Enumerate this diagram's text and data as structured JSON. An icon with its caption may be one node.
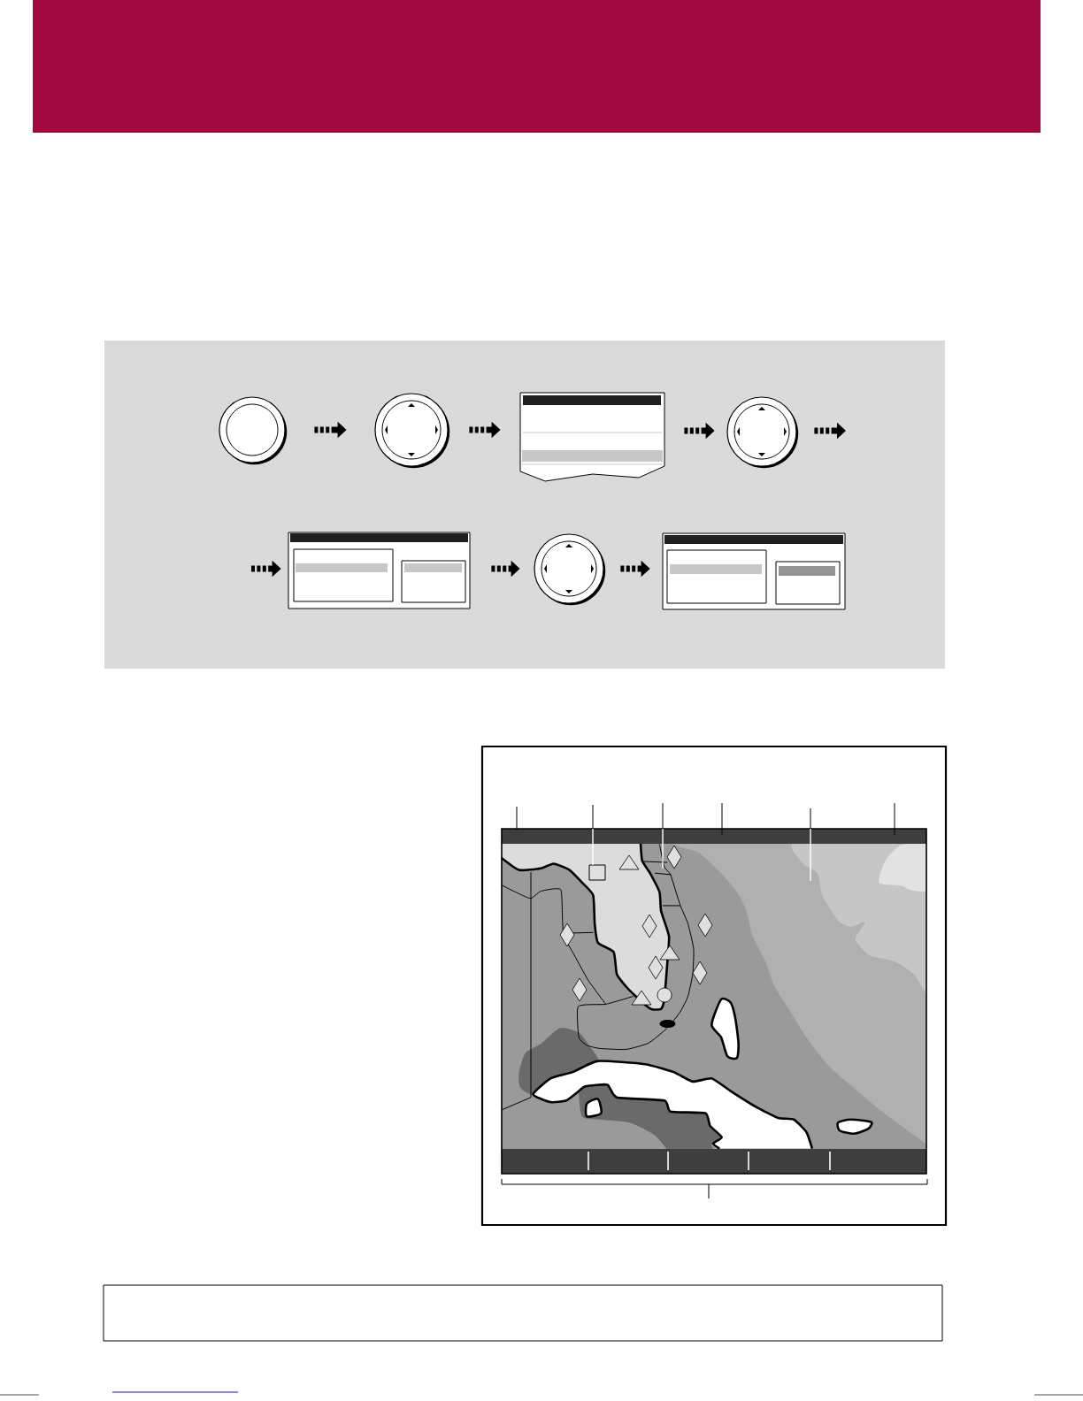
{
  "diagram": {
    "nodes": [
      {
        "text": [],
        "shape": "circle"
      },
      {
        "text": [],
        "shape": "circle"
      },
      {
        "text": [],
        "shape": "picture"
      },
      {
        "text": [],
        "shape": "circle"
      },
      {
        "text": [],
        "shape": "picture"
      },
      {
        "text": [],
        "shape": "circle"
      },
      {
        "text": [],
        "shape": "picture"
      },
      {
        "text": [],
        "shape": "box"
      }
    ],
    "edges": [
      {
        "from": 0,
        "to": 1,
        "arrow": "to"
      },
      {
        "from": 1,
        "to": 2,
        "arrow": "to"
      },
      {
        "from": 2,
        "to": 3,
        "arrow": "to"
      },
      {
        "from": 3,
        "to": null,
        "arrow": "to"
      },
      {
        "from": null,
        "to": 4,
        "arrow": "to"
      },
      {
        "from": 4,
        "to": 5,
        "arrow": "to"
      },
      {
        "from": 5,
        "to": 6,
        "arrow": "to"
      }
    ]
  }
}
